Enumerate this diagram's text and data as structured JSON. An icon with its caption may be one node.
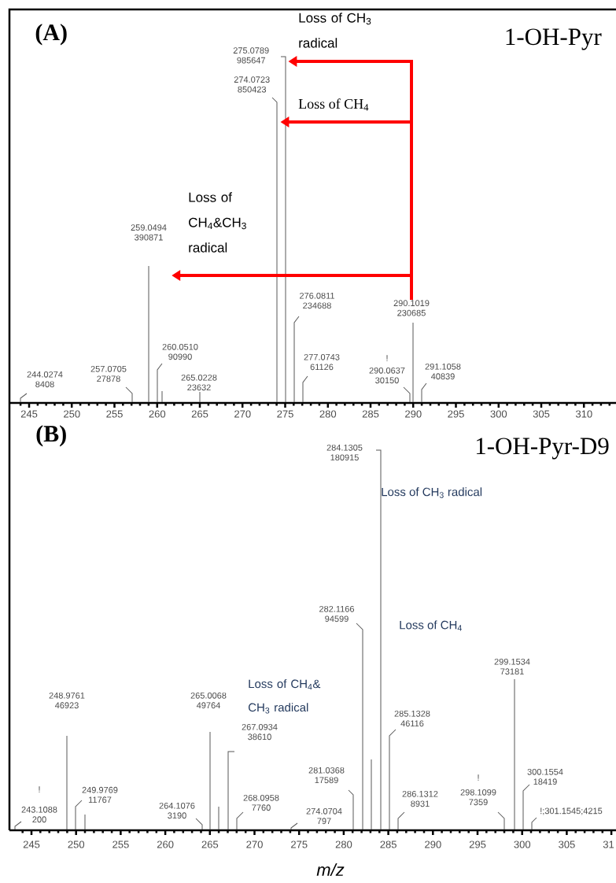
{
  "diagram": {
    "nodes": [
      {
        "text": [
          "275.0789 985647"
        ]
      },
      {
        "text": [
          "274.0723 850423"
        ]
      },
      {
        "text": [
          "259.0494 390871"
        ]
      },
      {
        "text": [
          "290.1019 230685"
        ]
      }
    ],
    "edges": [
      {
        "from": 3,
        "to": 0,
        "arrow": "to",
        "label": "Loss of CH$_{3}$ radical",
        "color": "#ff0000"
      },
      {
        "from": 3,
        "to": 1,
        "arrow": "to",
        "label": "Loss of CH$_{4}$",
        "color": "#ff0000"
      },
      {
        "from": 3,
        "to": 2,
        "arrow": "to",
        "label": "Loss of CH$_{4}$&CH$_{3}$ radical",
        "color": "#ff0000"
      }
    ],
    "labels": [
      "(A)",
      "1-OH-Pyr",
      "244.0274 8408",
      "257.0705 27878",
      "260.0510 90990",
      "265.0228 23632",
      "276.0811 234688",
      "277.0743 61126",
      "!",
      "290.0637 30150",
      "291.1058 40839",
      "245",
      "250",
      "255",
      "260",
      "265",
      "270",
      "275",
      "280",
      "285",
      "290",
      "295",
      "300",
      "305",
      "310",
      "(B)",
      "284.1305 180915",
      "1-OH-Pyr-D9",
      "Loss of CH$_{3}$ radical",
      "282.1166 94599",
      "Loss of CH$_{4}$",
      "299.1534 73181",
      "Loss of CH$_{4}$& CH$_{3}$ radical",
      "248.9761 46923",
      "265.0068 49764",
      "267.0934 38610",
      "285.1328 46116",
      "249.9769 11767",
      "281.0368 17589",
      "!",
      "243.1088 200",
      "264.1076 3190",
      "268.0958 7760",
      "274.0704 797",
      "286.1312 8931",
      "!",
      "298.1099 7359",
      "300.1554 18419",
      "!;301.1545;4215",
      "245",
      "250",
      "255",
      "260",
      "265",
      "270",
      "275",
      "280",
      "285",
      "290",
      "295",
      "300",
      "305",
      "31",
      "m/z"
    ]
  }
}
